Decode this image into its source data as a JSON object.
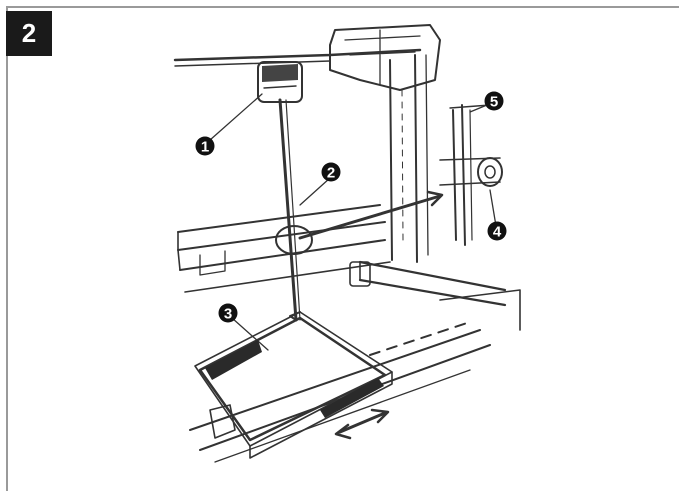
{
  "step_number": "2",
  "callouts": [
    "1",
    "2",
    "3",
    "4",
    "5"
  ]
}
